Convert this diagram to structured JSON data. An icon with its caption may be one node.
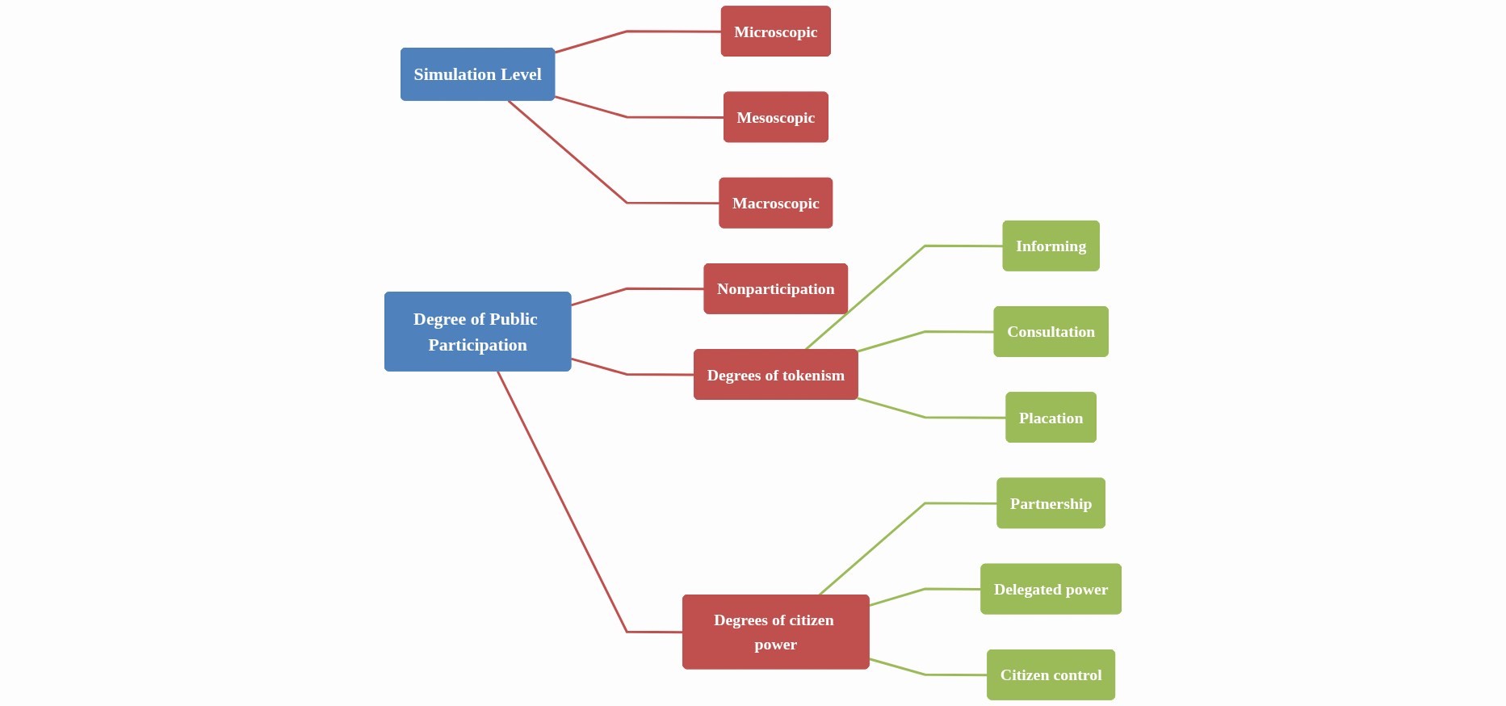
{
  "diagram": {
    "nodes": [
      {
        "text": [
          "Simulation Level"
        ]
      },
      {
        "text": [
          "Microscopic"
        ]
      },
      {
        "text": [
          "Mesoscopic"
        ]
      },
      {
        "text": [
          "Macroscopic"
        ]
      },
      {
        "text": [
          "Degree of Public Participation"
        ]
      },
      {
        "text": [
          "Nonparticipation"
        ]
      },
      {
        "text": [
          "Degrees of tokenism"
        ]
      },
      {
        "text": [
          "Informing"
        ]
      },
      {
        "text": [
          "Consultation"
        ]
      },
      {
        "text": [
          "Placation"
        ]
      },
      {
        "text": [
          "Degrees of citizen power"
        ]
      },
      {
        "text": [
          "Partnership"
        ]
      },
      {
        "text": [
          "Delegated power"
        ]
      },
      {
        "text": [
          "Citizen control"
        ]
      }
    ],
    "edges": [
      {
        "from": 0,
        "to": 1,
        "arrow": "none"
      },
      {
        "from": 0,
        "to": 2,
        "arrow": "none"
      },
      {
        "from": 0,
        "to": 3,
        "arrow": "none"
      },
      {
        "from": 4,
        "to": 5,
        "arrow": "none"
      },
      {
        "from": 4,
        "to": 6,
        "arrow": "none"
      },
      {
        "from": 4,
        "to": 10,
        "arrow": "none"
      },
      {
        "from": 6,
        "to": 7,
        "arrow": "none",
        "color": "#9bbb59"
      },
      {
        "from": 6,
        "to": 8,
        "arrow": "none",
        "color": "#9bbb59"
      },
      {
        "from": 6,
        "to": 9,
        "arrow": "none",
        "color": "#9bbb59"
      },
      {
        "from": 10,
        "to": 11,
        "arrow": "none",
        "color": "#9bbb59"
      },
      {
        "from": 10,
        "to": 12,
        "arrow": "none",
        "color": "#9bbb59"
      },
      {
        "from": 10,
        "to": 13,
        "arrow": "none",
        "color": "#9bbb59"
      }
    ]
  }
}
